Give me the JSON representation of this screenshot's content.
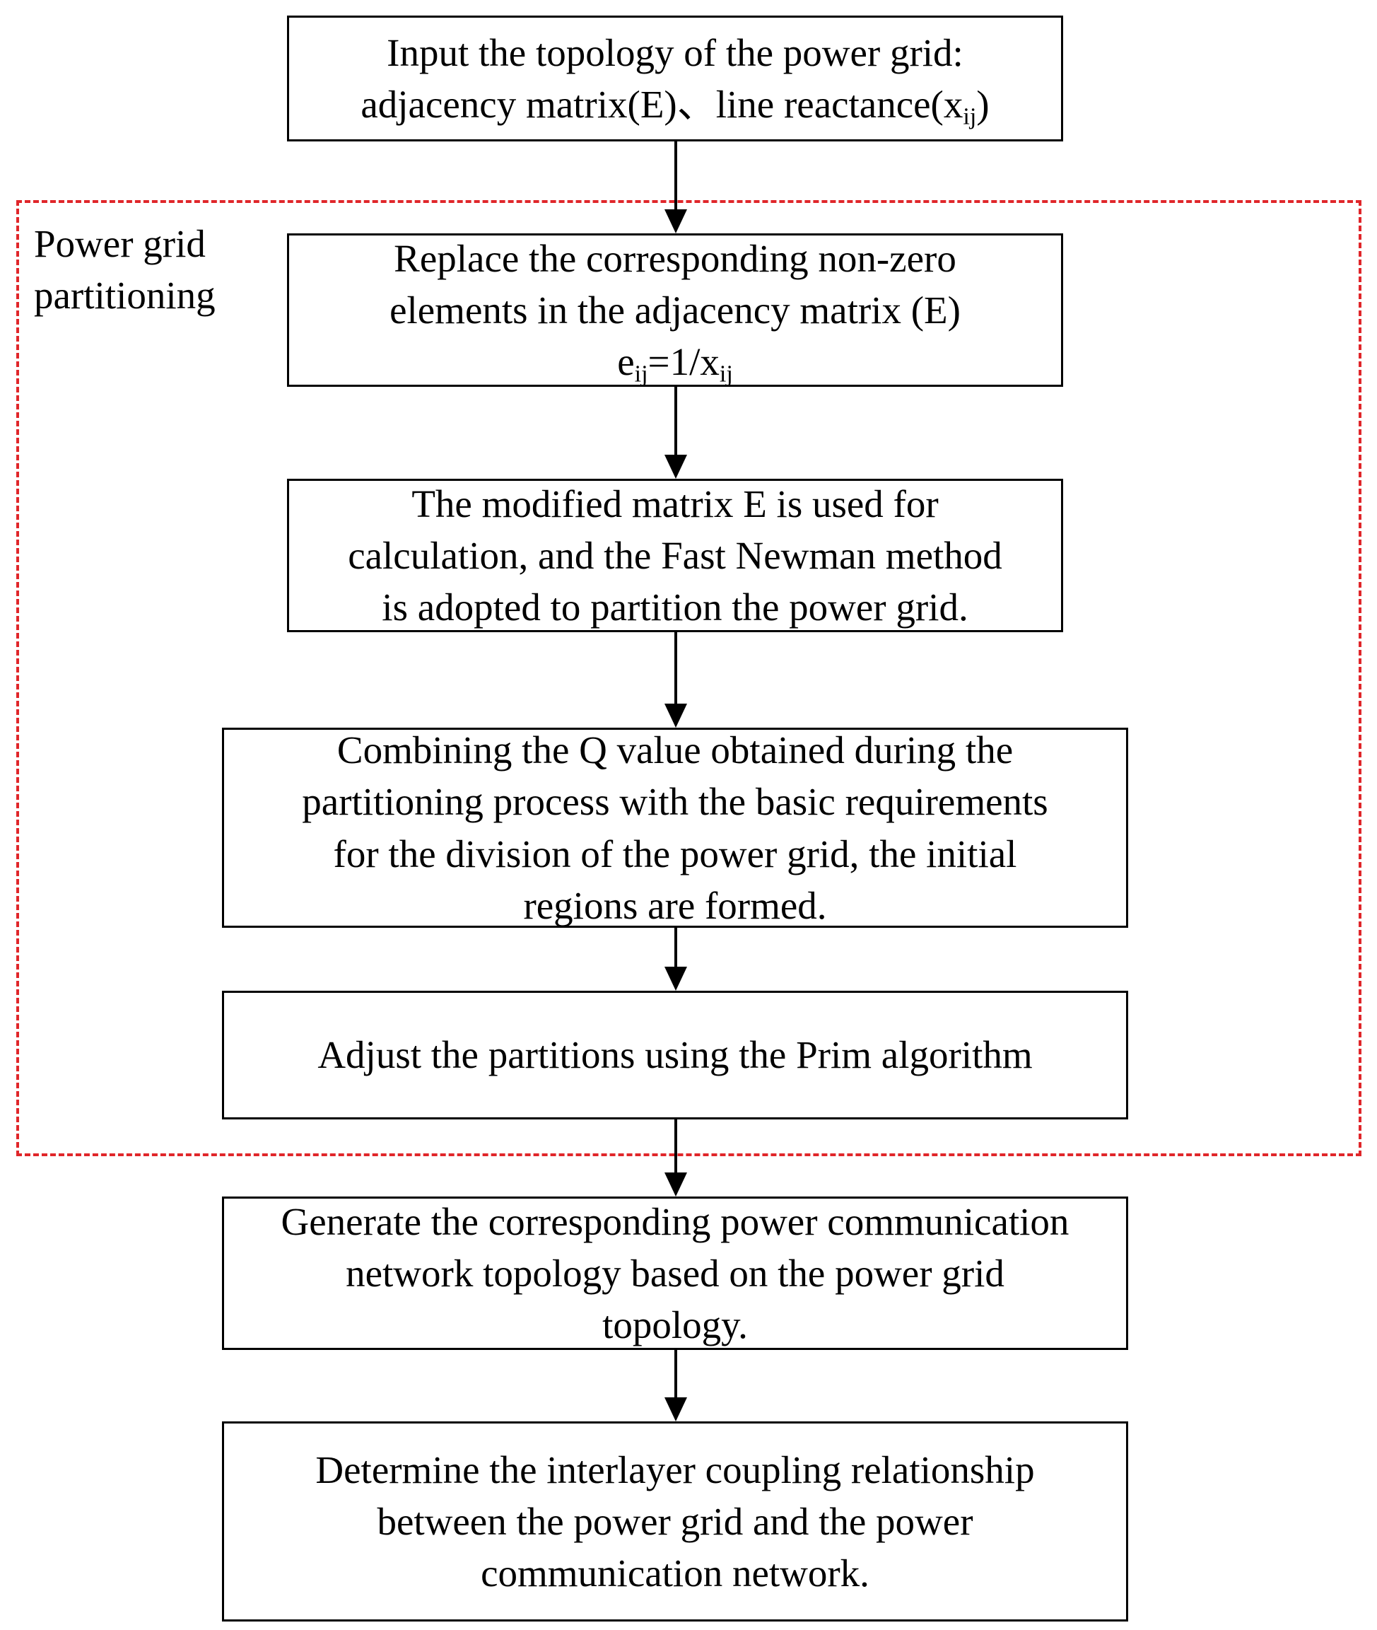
{
  "boxes": {
    "input": {
      "line1": "Input the topology of the power grid:",
      "line2_prefix": "adjacency matrix(E)、line reactance(x",
      "line2_sub": "ij",
      "line2_suffix": ")"
    },
    "replace": {
      "line1": "Replace the corresponding non-zero",
      "line2": "elements in the adjacency matrix (E)",
      "formula_e": "e",
      "formula_e_sub": "ij",
      "formula_mid": "=1/x",
      "formula_x_sub": "ij"
    },
    "newman": {
      "line1": "The modified matrix E is used for",
      "line2": "calculation, and the Fast Newman method",
      "line3": "is adopted to partition the power grid."
    },
    "combine": {
      "line1": "Combining the Q value obtained during the",
      "line2": "partitioning process with the basic requirements",
      "line3": "for the division of the power grid, the initial",
      "line4": "regions are formed."
    },
    "prim": {
      "line1": "Adjust the partitions using the Prim algorithm"
    },
    "generate": {
      "line1": "Generate the corresponding power communication",
      "line2": "network topology based on the power grid",
      "line3": "topology."
    },
    "determine": {
      "line1": "Determine the interlayer coupling relationship",
      "line2": "between the power grid and the power",
      "line3": "communication network."
    }
  },
  "region": {
    "label_line1": "Power grid",
    "label_line2": "partitioning",
    "border_color": "#e0262a"
  }
}
